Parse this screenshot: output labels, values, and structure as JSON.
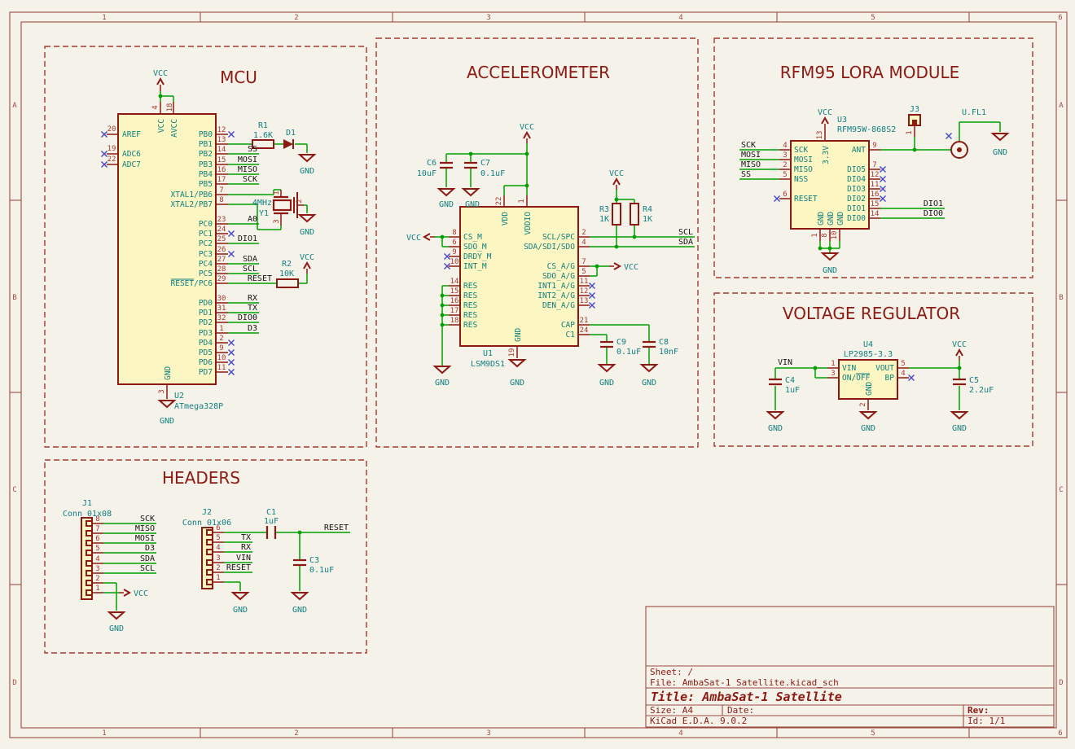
{
  "power": {
    "vcc": "VCC",
    "gnd": "GND"
  },
  "nets": {
    "ss": "SS",
    "mosi": "MOSI",
    "miso": "MISO",
    "sck": "SCK",
    "a0": "A0",
    "dio1": "DIO1",
    "dio0": "DIO0",
    "sda": "SDA",
    "scl": "SCL",
    "reset": "RESET",
    "rx": "RX",
    "tx": "TX",
    "d3": "D3",
    "vin": "VIN"
  },
  "frame": {
    "cols": [
      "1",
      "2",
      "3",
      "4",
      "5",
      "6"
    ],
    "rows": [
      "A",
      "B",
      "C",
      "D"
    ]
  },
  "title_block": {
    "sheet": "Sheet: /",
    "file": "File: AmbaSat-1 Satellite.kicad_sch",
    "title": "Title: AmbaSat-1 Satellite",
    "size_label": "Size: A4",
    "date_label": "Date:",
    "rev_label": "Rev:",
    "app": "KiCad E.D.A. 9.0.2",
    "id_label": "Id: 1/1"
  },
  "sections": {
    "mcu": "MCU",
    "accel": "ACCELEROMETER",
    "rfm": "RFM95 LORA MODULE",
    "vreg": "VOLTAGE REGULATOR",
    "headers": "HEADERS"
  },
  "mcu": {
    "chip": {
      "ref": "U2",
      "value": "ATmega328P",
      "top_pins": [
        {
          "num": "4",
          "name": "VCC"
        },
        {
          "num": "18",
          "name": "AVCC"
        }
      ],
      "left_pins": [
        {
          "num": "20",
          "name": "AREF"
        },
        {
          "num": "19",
          "name": "ADC6"
        },
        {
          "num": "22",
          "name": "ADC7"
        }
      ],
      "right_pins": [
        {
          "num": "12",
          "name": "PB0"
        },
        {
          "num": "13",
          "name": "PB1"
        },
        {
          "num": "14",
          "name": "PB2"
        },
        {
          "num": "15",
          "name": "PB3"
        },
        {
          "num": "16",
          "name": "PB4"
        },
        {
          "num": "17",
          "name": "PB5"
        },
        {
          "num": "7",
          "name": "XTAL1/PB6"
        },
        {
          "num": "8",
          "name": "XTAL2/PB7"
        },
        {
          "num": "23",
          "name": "PC0"
        },
        {
          "num": "24",
          "name": "PC1"
        },
        {
          "num": "25",
          "name": "PC2"
        },
        {
          "num": "26",
          "name": "PC3"
        },
        {
          "num": "27",
          "name": "PC4"
        },
        {
          "num": "28",
          "name": "PC5"
        },
        {
          "num": "29",
          "name": "RESET/PC6"
        },
        {
          "num": "30",
          "name": "PD0"
        },
        {
          "num": "31",
          "name": "PD1"
        },
        {
          "num": "32",
          "name": "PD2"
        },
        {
          "num": "1",
          "name": "PD3"
        },
        {
          "num": "2",
          "name": "PD4"
        },
        {
          "num": "9",
          "name": "PD5"
        },
        {
          "num": "10",
          "name": "PD6"
        },
        {
          "num": "11",
          "name": "PD7"
        }
      ],
      "bottom_pin": {
        "num": "3",
        "name": "GND"
      }
    },
    "r1": {
      "ref": "R1",
      "value": "1.6K"
    },
    "r2": {
      "ref": "R2",
      "value": "10K"
    },
    "d1": {
      "ref": "D1"
    },
    "y1": {
      "ref": "Y1",
      "value": "4MHz",
      "pins": [
        "1",
        "2",
        "3"
      ]
    }
  },
  "accel": {
    "chip": {
      "ref": "U1",
      "value": "LSM9DS1",
      "top_pins": [
        {
          "num": "22",
          "name": "VDD"
        },
        {
          "num": "1",
          "name": "VDDIO"
        }
      ],
      "left_pins": [
        {
          "num": "8",
          "name": "CS_M"
        },
        {
          "num": "6",
          "name": "SDO_M"
        },
        {
          "num": "9",
          "name": "DRDY_M"
        },
        {
          "num": "10",
          "name": "INT_M"
        },
        {
          "num": "14",
          "name": "RES"
        },
        {
          "num": "15",
          "name": "RES"
        },
        {
          "num": "16",
          "name": "RES"
        },
        {
          "num": "17",
          "name": "RES"
        },
        {
          "num": "18",
          "name": "RES"
        }
      ],
      "right_pins": [
        {
          "num": "2",
          "name": "SCL/SPC"
        },
        {
          "num": "4",
          "name": "SDA/SDI/SDO"
        },
        {
          "num": "7",
          "name": "CS_A/G"
        },
        {
          "num": "5",
          "name": "SDO_A/G"
        },
        {
          "num": "11",
          "name": "INT1_A/G"
        },
        {
          "num": "12",
          "name": "INT2_A/G"
        },
        {
          "num": "13",
          "name": "DEN_A/G"
        },
        {
          "num": "21",
          "name": "CAP"
        },
        {
          "num": "24",
          "name": "C1"
        }
      ],
      "bottom_pin": {
        "num": "19",
        "name": "GND"
      }
    },
    "c6": {
      "ref": "C6",
      "value": "10uF"
    },
    "c7": {
      "ref": "C7",
      "value": "0.1uF"
    },
    "c8": {
      "ref": "C8",
      "value": "10nF"
    },
    "c9": {
      "ref": "C9",
      "value": "0.1uF"
    },
    "r3": {
      "ref": "R3",
      "value": "1K"
    },
    "r4": {
      "ref": "R4",
      "value": "1K"
    }
  },
  "rfm": {
    "chip": {
      "ref": "U3",
      "value": "RFM95W-868S2",
      "top_pin": {
        "num": "13",
        "name": "3.3V"
      },
      "left_pins": [
        {
          "num": "4",
          "name": "SCK"
        },
        {
          "num": "3",
          "name": "MOSI"
        },
        {
          "num": "2",
          "name": "MISO"
        },
        {
          "num": "5",
          "name": "NSS"
        },
        {
          "num": "6",
          "name": "RESET"
        }
      ],
      "right_pins": [
        {
          "num": "9",
          "name": "ANT"
        },
        {
          "num": "7",
          "name": "DIO5"
        },
        {
          "num": "12",
          "name": "DIO4"
        },
        {
          "num": "11",
          "name": "DIO3"
        },
        {
          "num": "16",
          "name": "DIO2"
        },
        {
          "num": "15",
          "name": "DIO1"
        },
        {
          "num": "14",
          "name": "DIO0"
        }
      ],
      "bottom_pins": [
        {
          "num": "1",
          "name": "GND"
        },
        {
          "num": "8",
          "name": "GND"
        },
        {
          "num": "10",
          "name": "GND"
        }
      ]
    },
    "j3": {
      "ref": "J3",
      "pin": "1"
    },
    "ufl": {
      "ref": "U.FL1"
    }
  },
  "vreg": {
    "chip": {
      "ref": "U4",
      "value": "LP2985-3.3",
      "left_pins": [
        {
          "num": "1",
          "name": "VIN"
        },
        {
          "num": "3",
          "name": "ON/OFF"
        }
      ],
      "right_pins": [
        {
          "num": "5",
          "name": "VOUT"
        },
        {
          "num": "4",
          "name": "BP"
        }
      ],
      "bottom_pin": {
        "num": "2",
        "name": "GND"
      }
    },
    "c4": {
      "ref": "C4",
      "value": "1uF"
    },
    "c5": {
      "ref": "C5",
      "value": "2.2uF"
    }
  },
  "headers": {
    "j1": {
      "ref": "J1",
      "value": "Conn_01x08",
      "pin_nums": [
        "8",
        "7",
        "6",
        "5",
        "4",
        "3",
        "2",
        "1"
      ]
    },
    "j2": {
      "ref": "J2",
      "value": "Conn_01x06",
      "pin_nums": [
        "6",
        "5",
        "4",
        "3",
        "2",
        "1"
      ]
    },
    "c1": {
      "ref": "C1",
      "value": "1uF"
    },
    "c3": {
      "ref": "C3",
      "value": "0.1uF"
    }
  }
}
